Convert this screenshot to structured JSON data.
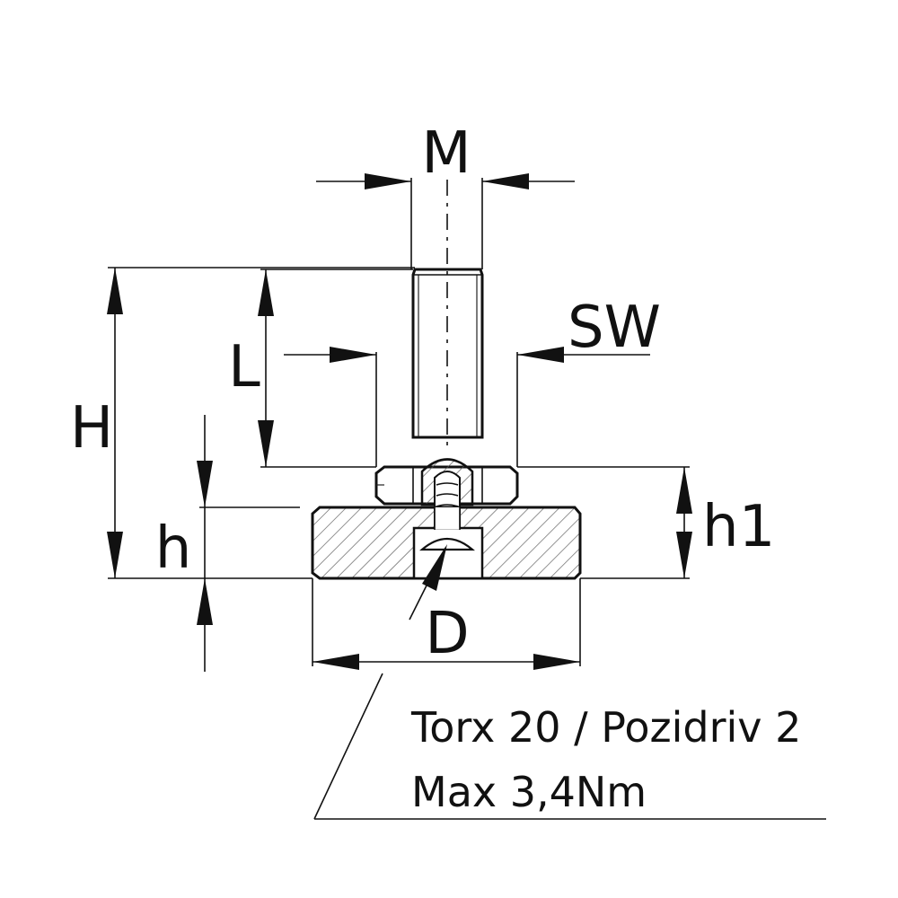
{
  "labels": {
    "M": "M",
    "SW": "SW",
    "L": "L",
    "H": "H",
    "h1": "h1",
    "h": "h",
    "D": "D"
  },
  "note": {
    "line1": "Torx 20 / Pozidriv 2",
    "line2": "Max 3,4Nm"
  },
  "colors": {
    "ink": "#111111",
    "background": "#ffffff"
  }
}
